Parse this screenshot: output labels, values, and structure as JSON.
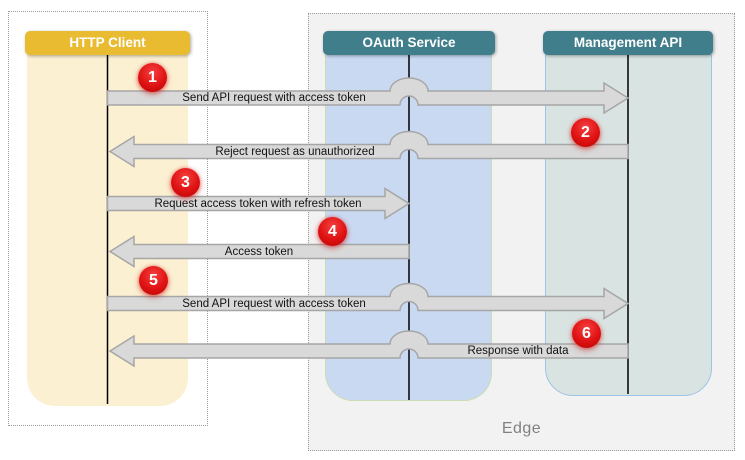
{
  "diagram": {
    "actors": [
      {
        "id": "http-client",
        "name": "HTTP Client"
      },
      {
        "id": "oauth-service",
        "name": "OAuth Service"
      },
      {
        "id": "management-api",
        "name": "Management API"
      }
    ],
    "boundary_label": "Edge",
    "steps": [
      {
        "num": "1",
        "label": "Send API request with access token",
        "from": "HTTP Client",
        "to": "Management API"
      },
      {
        "num": "2",
        "label": "Reject request as unauthorized",
        "from": "Management API",
        "to": "HTTP Client"
      },
      {
        "num": "3",
        "label": "Request access token with refresh token",
        "from": "HTTP Client",
        "to": "OAuth Service"
      },
      {
        "num": "4",
        "label": "Access token",
        "from": "OAuth Service",
        "to": "HTTP Client"
      },
      {
        "num": "5",
        "label": "Send API request with access token",
        "from": "HTTP Client",
        "to": "Management API"
      },
      {
        "num": "6",
        "label": "Response with data",
        "from": "Management API",
        "to": "HTTP Client"
      }
    ],
    "colors": {
      "client_header": "#e8bb30",
      "service_header": "#3f7e8a",
      "client_body": "#fcf0d2",
      "oauth_body": "#c9d9f2",
      "management_body": "#d9e4e2",
      "edge_background": "#f2f2f2",
      "arrow_fill": "#d9d9d9",
      "arrow_border": "#a6a6a6",
      "step_badge": "#df1212"
    }
  }
}
